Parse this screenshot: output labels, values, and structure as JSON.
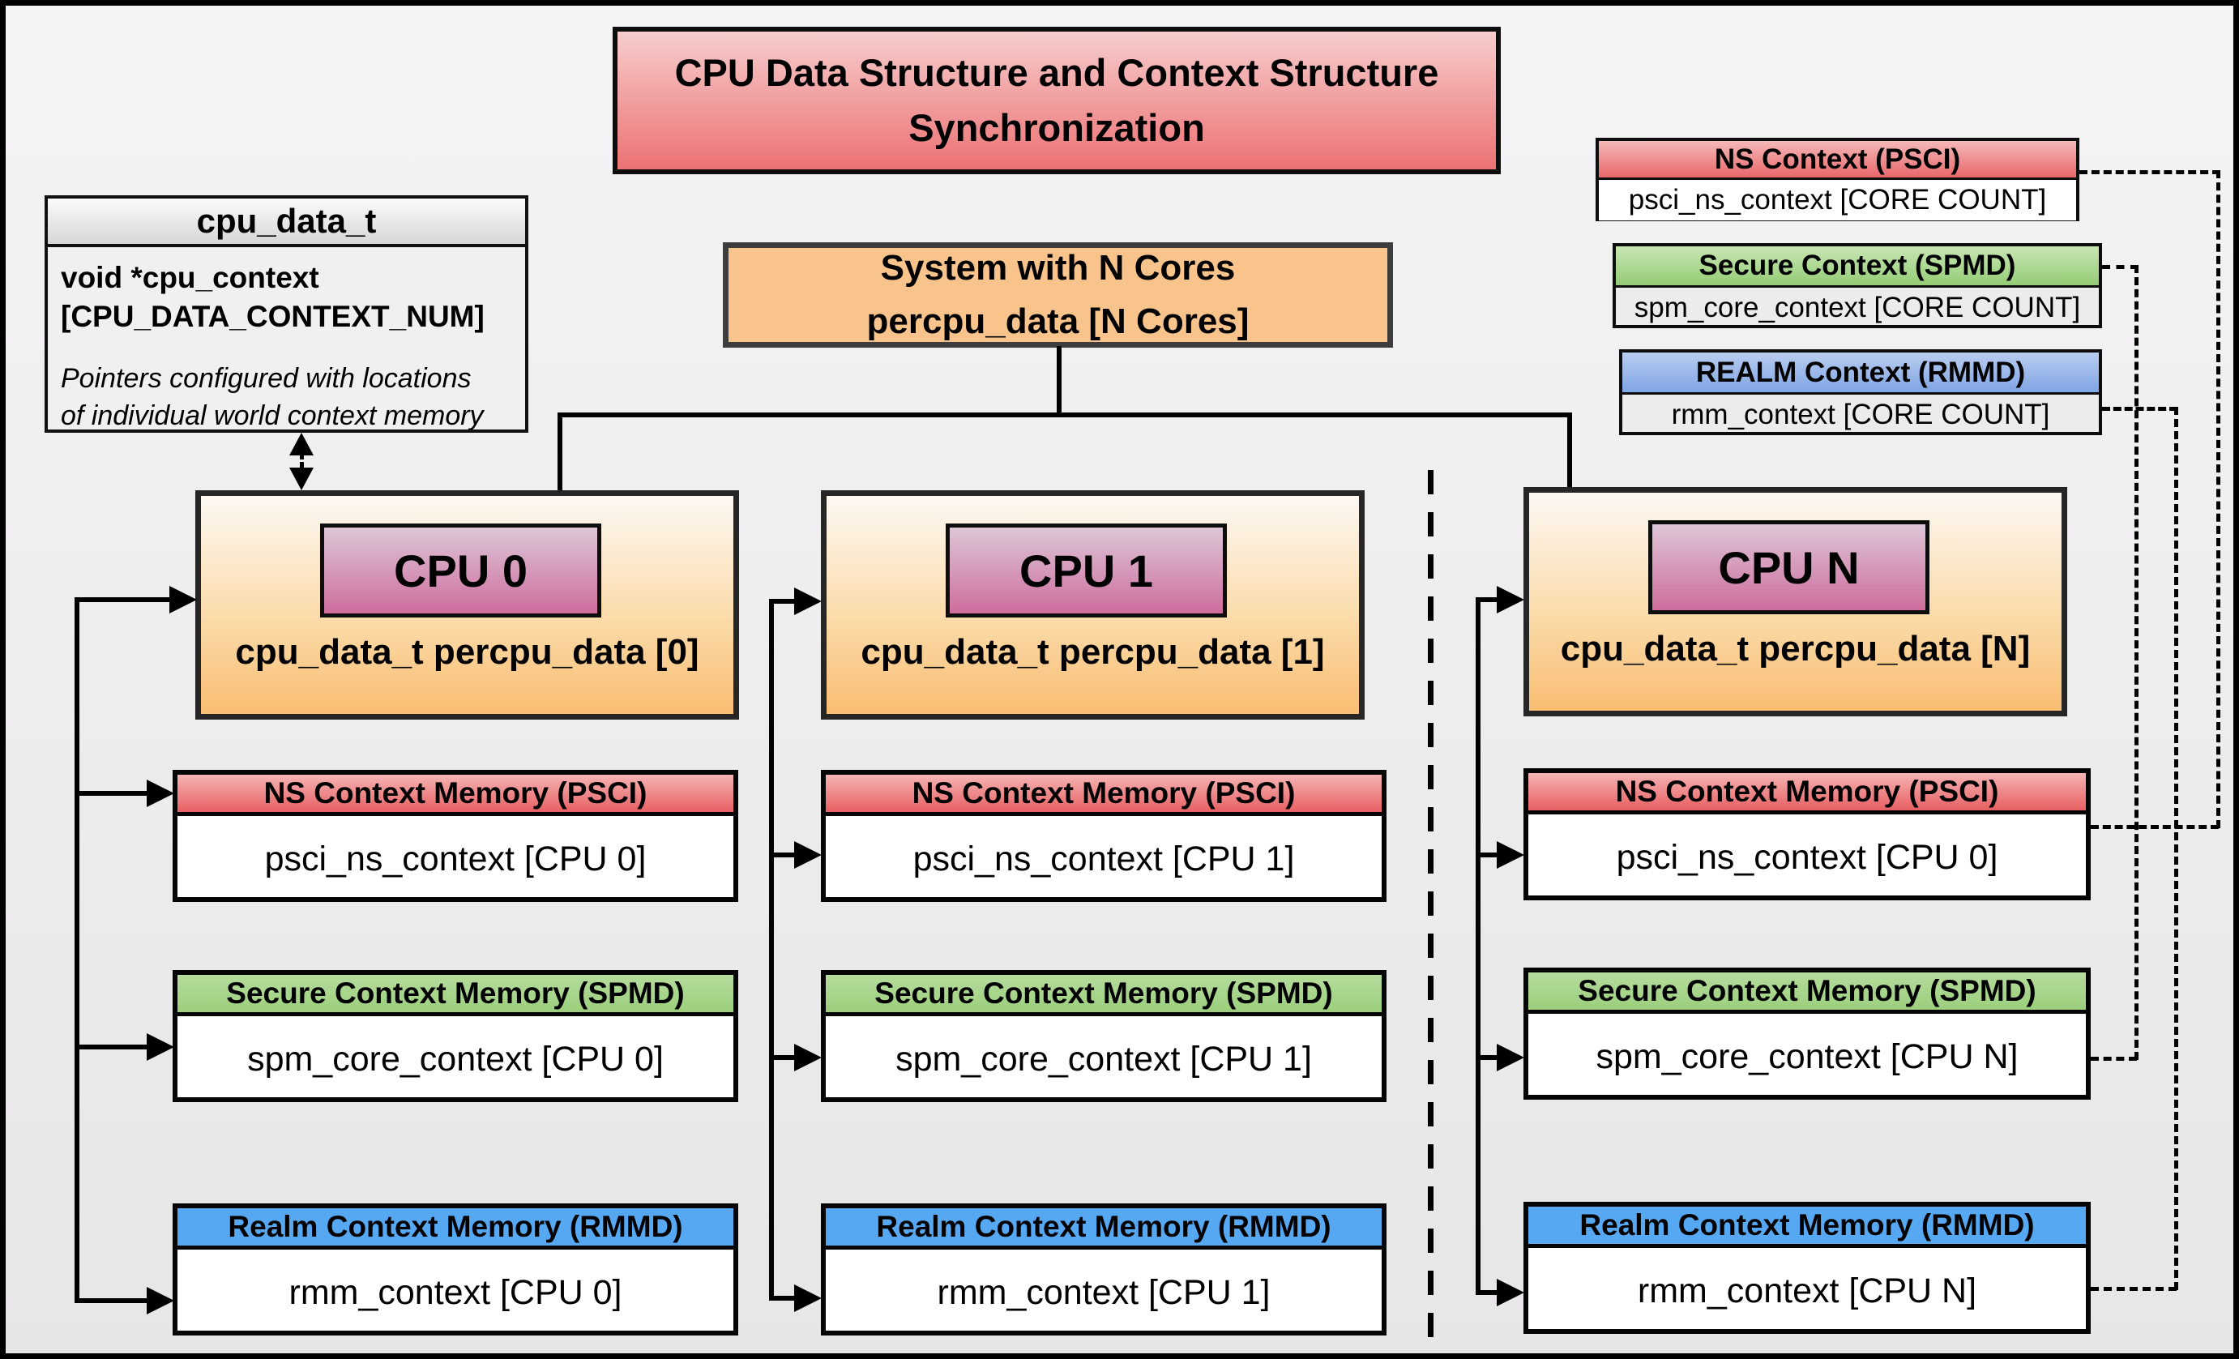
{
  "title": "CPU Data Structure and Context Structure Synchronization",
  "cpu_data_struct": {
    "header": "cpu_data_t",
    "field_line1": "void  *cpu_context",
    "field_line2": "[CPU_DATA_CONTEXT_NUM]",
    "note_line1": "Pointers configured with locations",
    "note_line2": "of individual world context memory"
  },
  "system": {
    "line1": "System with N Cores",
    "line2": "percpu_data [N Cores]"
  },
  "legend": {
    "ns": {
      "header": "NS Context  (PSCI)",
      "body": "psci_ns_context [CORE COUNT]"
    },
    "secure": {
      "header": "Secure Context (SPMD)",
      "body": "spm_core_context [CORE COUNT]"
    },
    "realm": {
      "header": "REALM Context (RMMD)",
      "body": "rmm_context [CORE COUNT]"
    }
  },
  "cpus": [
    {
      "name": "CPU 0",
      "data_label": "cpu_data_t percpu_data [0]",
      "ns_header": "NS Context Memory (PSCI)",
      "ns_body": "psci_ns_context [CPU 0]",
      "secure_header": "Secure Context Memory (SPMD)",
      "secure_body": "spm_core_context [CPU 0]",
      "realm_header": "Realm Context Memory (RMMD)",
      "realm_body": "rmm_context [CPU 0]"
    },
    {
      "name": "CPU 1",
      "data_label": "cpu_data_t percpu_data [1]",
      "ns_header": "NS Context Memory (PSCI)",
      "ns_body": "psci_ns_context [CPU 1]",
      "secure_header": "Secure Context Memory (SPMD)",
      "secure_body": "spm_core_context [CPU 1]",
      "realm_header": "Realm Context Memory (RMMD)",
      "realm_body": "rmm_context [CPU 1]"
    },
    {
      "name": "CPU N",
      "data_label": "cpu_data_t percpu_data [N]",
      "ns_header": "NS Context Memory (PSCI)",
      "ns_body": "psci_ns_context [CPU 0]",
      "secure_header": "Secure Context Memory (SPMD)",
      "secure_body": "spm_core_context [CPU N]",
      "realm_header": "Realm Context Memory (RMMD)",
      "realm_body": "rmm_context [CPU N]"
    }
  ],
  "colors": {
    "ns_red": "#E75F62",
    "secure_green": "#A2D487",
    "realm_blue": "#57A8F3",
    "cpu_orange": "#F9C48B",
    "cpu_pink": "#CE6D9D",
    "title_red": "#ED7476"
  }
}
